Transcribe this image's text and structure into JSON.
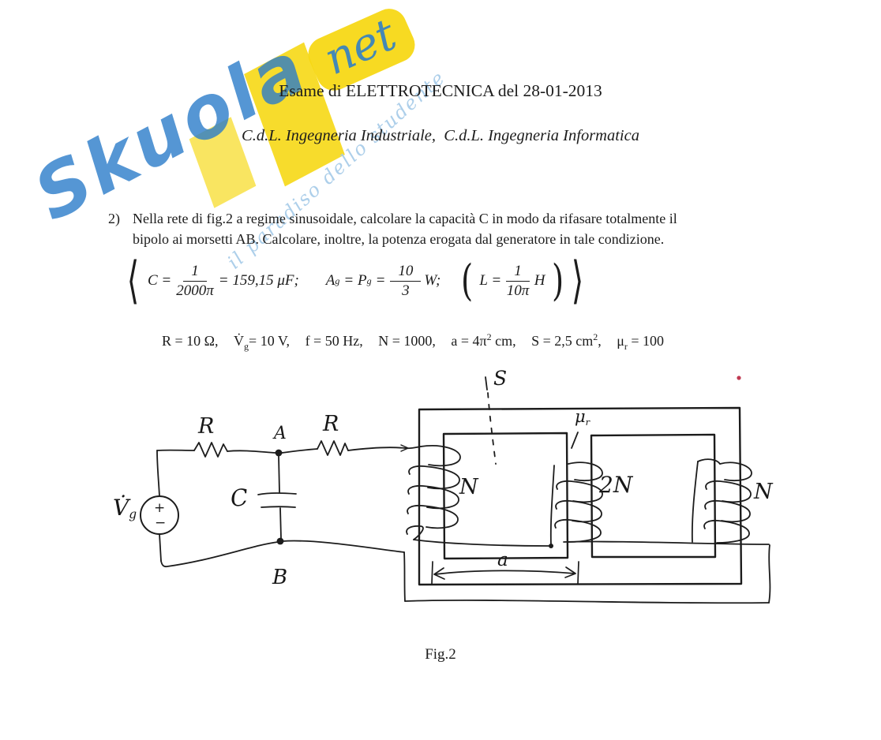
{
  "colors": {
    "ink": "#1c1c1c",
    "watermark_blue": "#2b7cc9",
    "watermark_yellow": "#f6d70f",
    "watermark_light_blue": "#a9cce9",
    "annotation_red": "#c03a52"
  },
  "watermark": {
    "brand": "Skuola",
    "suffix": "net",
    "tagline": "il paradiso dello studente"
  },
  "header": {
    "title": "Esame di ELETTROTECNICA del 28-01-2013",
    "subtitle": "C.d.L. Ingegneria Industriale,  C.d.L. Ingegneria Informatica"
  },
  "problem": {
    "number": "2)",
    "line1": "Nella rete di fig.2 a regime sinusoidale, calcolare la capacità C in modo da rifasare totalmente il",
    "line2": "bipolo ai morsetti AB. Calcolare, inoltre, la potenza erogata dal generatore in tale condizione."
  },
  "solution": {
    "open_delim": "⟨",
    "close_delim": "⟩",
    "term1": {
      "lhs": "C =",
      "num": "1",
      "den": "2000π",
      "rhs": "= 159,15 μF;"
    },
    "term2": {
      "sym1": "A",
      "sub1": "g",
      "sym2": "= P",
      "sub2": "g",
      "eq": "=",
      "num": "10",
      "den": "3",
      "rhs": "W;"
    },
    "term3": {
      "open": "(",
      "lhs": "L =",
      "num": "1",
      "den": "10π",
      "rhs": "H",
      "close": ")"
    }
  },
  "parameters": {
    "p1": "R = 10 Ω,",
    "p2_sym": "V̇",
    "p2_sub": "g",
    "p2_val": "= 10 V,",
    "p3": "f = 50 Hz,",
    "p4": "N = 1000,",
    "p5_pre": "a = 4π",
    "p5_sup": "2",
    "p5_post": " cm,",
    "p6_pre": "S = 2,5 cm",
    "p6_sup": "2",
    "p6_post": ",",
    "p7_pre": "μ",
    "p7_sub": "r",
    "p7_post": " = 100"
  },
  "diagram": {
    "labels": {
      "source_sym": "V̇",
      "source_sub": "g",
      "plus": "+",
      "minus": "−",
      "resistor1": "R",
      "resistor2": "R",
      "node_a": "A",
      "node_b": "B",
      "capacitor": "C",
      "section": "S",
      "mu_sym": "μ",
      "mu_sub": "r",
      "coil_left": "N",
      "coil_center": "2N",
      "coil_right": "N",
      "width_dim": "a"
    },
    "caption": "Fig.2"
  }
}
